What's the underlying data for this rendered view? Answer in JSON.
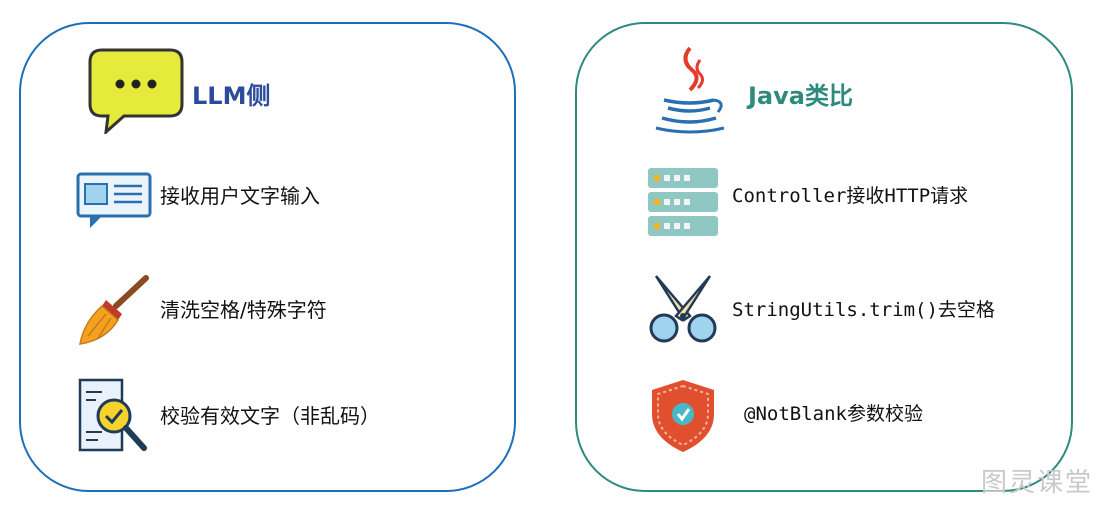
{
  "left_panel": {
    "title": "LLM侧",
    "items": [
      {
        "label": "接收用户文字输入",
        "icon": "chat-window-icon"
      },
      {
        "label": "清洗空格/特殊字符",
        "icon": "broom-icon"
      },
      {
        "label": "校验有效文字（非乱码）",
        "icon": "document-check-icon"
      }
    ]
  },
  "right_panel": {
    "title": "Java类比",
    "items": [
      {
        "label": "Controller接收HTTP请求",
        "icon": "server-icon"
      },
      {
        "label": "StringUtils.trim()去空格",
        "icon": "scissors-icon"
      },
      {
        "label": "@NotBlank参数校验",
        "icon": "shield-check-icon"
      }
    ]
  },
  "watermark": "图灵课堂",
  "colors": {
    "left_border": "#1f6fb8",
    "right_border": "#2f8a7e",
    "left_title": "#2b4c9b",
    "right_title": "#2f8a7e"
  }
}
